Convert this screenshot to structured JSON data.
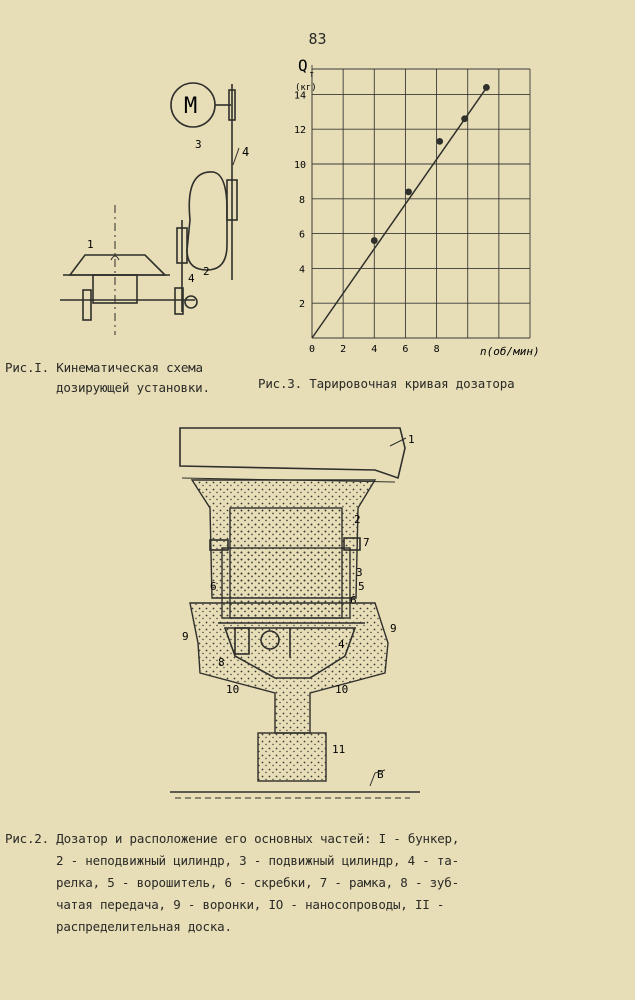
{
  "page_number": "83",
  "figure1": {
    "caption_line1": "Рис.I. Кинематическая схема",
    "caption_line2": "дозирующей установки.",
    "motor_symbol": "М",
    "labels": [
      "3",
      "4",
      "2",
      "1",
      "4"
    ]
  },
  "figure3": {
    "caption": "Рис.3. Тарировочная кривая дозатора"
  },
  "figure2": {
    "caption_line1": "Рис.2. Дозатор и расположение его основных частей: I - бункер,",
    "caption_line2": "2 - неподвижный цилиндр, 3 - подвижный цилиндр, 4 - та-",
    "caption_line3": "релка, 5 - ворошитель, 6 - скребки, 7 - рамка, 8 - зуб-",
    "caption_line4": "чатая передача, 9 - воронки, IO - наносопроводы, II -",
    "caption_line5": "распределительная доска.",
    "labels": [
      "1",
      "2",
      "7",
      "3",
      "5",
      "6",
      "6",
      "9",
      "9",
      "8",
      "4",
      "10",
      "10",
      "11",
      "В"
    ]
  },
  "chart_data": {
    "type": "line",
    "title": "",
    "ylabel": "Q",
    "ylabel_sub": "т",
    "yunit": "(кг)",
    "xlabel": "n(об/мин)",
    "x_ticks": [
      "0",
      "2",
      "4",
      "6",
      "8"
    ],
    "y_ticks": [
      "2",
      "4",
      "6",
      "8",
      "10",
      "12",
      "14"
    ],
    "xlim": [
      0,
      14
    ],
    "ylim": [
      0,
      15
    ],
    "grid": true,
    "series": [
      {
        "x": [
          4,
          6.2,
          8.2,
          9.8,
          11.2
        ],
        "y": [
          5.6,
          8.4,
          11.3,
          12.6,
          14.4
        ]
      }
    ],
    "line": {
      "x": [
        0,
        11.3
      ],
      "y": [
        0,
        14.5
      ]
    }
  }
}
